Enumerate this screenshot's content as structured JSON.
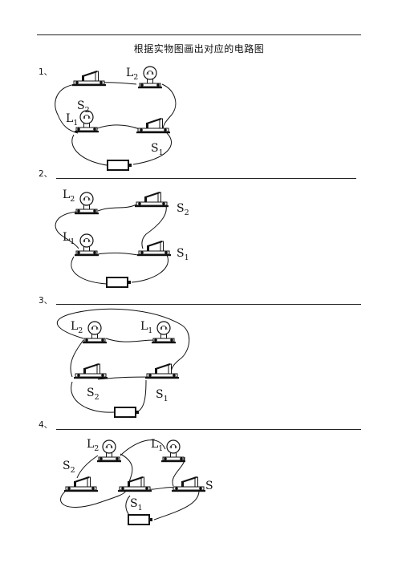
{
  "document": {
    "title": "根据实物图画出对应的电路图"
  },
  "questions": [
    {
      "number": "1、"
    },
    {
      "number": "2、"
    },
    {
      "number": "3、"
    },
    {
      "number": "4、"
    }
  ],
  "labels": {
    "L": "L",
    "S": "S",
    "sub1": "1",
    "sub2": "2"
  }
}
